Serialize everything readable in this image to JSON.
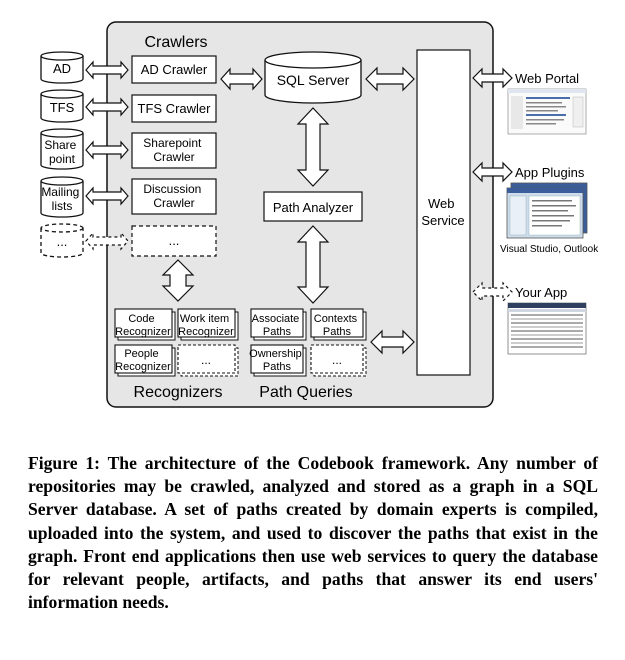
{
  "diagram": {
    "repositories": [
      "AD",
      "TFS",
      "Share point",
      "Mailing lists",
      "..."
    ],
    "crawlers_title": "Crawlers",
    "crawlers": [
      "AD Crawler",
      "TFS Crawler",
      "Sharepoint Crawler",
      "Discussion Crawler",
      "..."
    ],
    "sql_server": "SQL Server",
    "path_analyzer": "Path Analyzer",
    "web_service": "Web Service",
    "recognizers_title": "Recognizers",
    "recognizers": [
      "Code Recognizer",
      "Work item Recognizer",
      "People Recognizer",
      "..."
    ],
    "path_queries_title": "Path Queries",
    "path_queries": [
      "Associate Paths",
      "Contexts Paths",
      "Ownership Paths",
      "..."
    ],
    "front_ends": [
      "Web Portal",
      "App Plugins",
      "Your App"
    ],
    "app_plugins_note": "Visual Studio, Outlook"
  },
  "caption": "Figure 1: The architecture of the Codebook framework. Any number of repositories may be crawled, analyzed and stored as a graph in a SQL Server database. A set of paths created by domain experts is compiled, uploaded into the system, and used to discover the paths that exist in the graph. Front end applications then use web services to query the database for relevant people, artifacts, and paths that answer its end users' information needs.",
  "colors": {
    "panel_fill": "#e6e6e6",
    "box_fill": "#ffffff",
    "stroke": "#111111",
    "screenshot_blue": "#3b5d9a"
  }
}
